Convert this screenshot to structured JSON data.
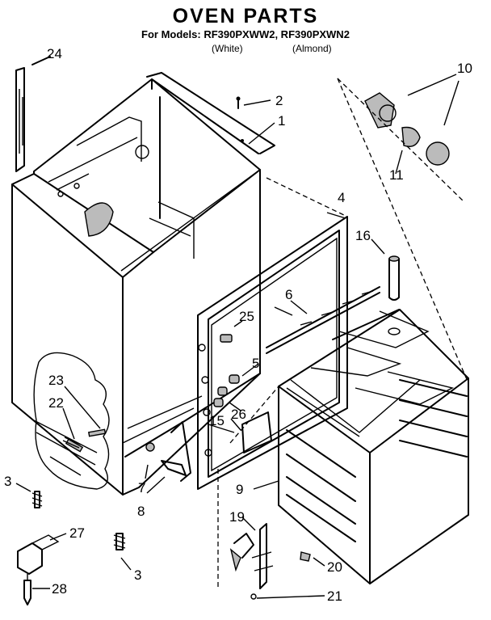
{
  "title": "OVEN PARTS",
  "models_line": "For Models: RF390PXWW2, RF390PXWN2",
  "variants": {
    "white": "(White)",
    "almond": "(Almond)"
  },
  "callouts": {
    "c1": "1",
    "c2": "2",
    "c3a": "3",
    "c3b": "3",
    "c4": "4",
    "c5": "5",
    "c6": "6",
    "c7": "7",
    "c8": "8",
    "c9": "9",
    "c10": "10",
    "c11": "11",
    "c15": "15",
    "c16": "16",
    "c19": "19",
    "c20": "20",
    "c21": "21",
    "c22": "22",
    "c23": "23",
    "c24": "24",
    "c25": "25",
    "c26": "26",
    "c27": "27",
    "c28": "28"
  }
}
